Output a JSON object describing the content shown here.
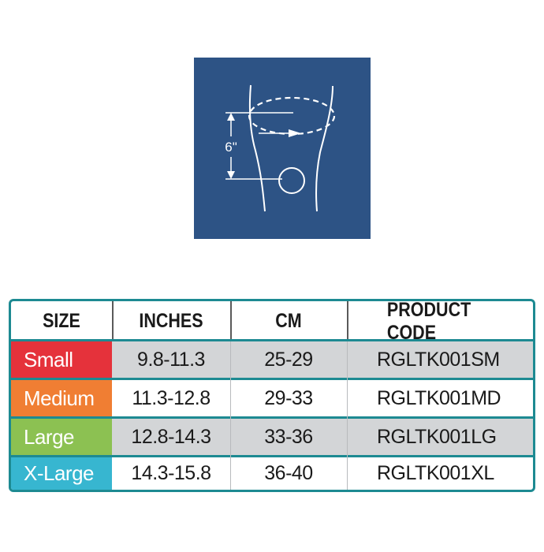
{
  "diagram": {
    "measure_label": "6\""
  },
  "colors": {
    "diagram_bg": "#2d5385",
    "table_border": "#1d8a92",
    "small": "#e5323b",
    "medium": "#f07e33",
    "large": "#8cc152",
    "xlarge": "#37b6d0",
    "shaded_row": "#d3d5d7"
  },
  "table": {
    "headers": {
      "size": "SIZE",
      "inches": "INCHES",
      "cm": "CM",
      "code": "PRODUCT CODE"
    },
    "rows": [
      {
        "size": "Small",
        "inches": "9.8-11.3",
        "cm": "25-29",
        "code": "RGLTK001SM",
        "color": "#e5323b"
      },
      {
        "size": "Medium",
        "inches": "11.3-12.8",
        "cm": "29-33",
        "code": "RGLTK001MD",
        "color": "#f07e33"
      },
      {
        "size": "Large",
        "inches": "12.8-14.3",
        "cm": "33-36",
        "code": "RGLTK001LG",
        "color": "#8cc152"
      },
      {
        "size": "X-Large",
        "inches": "14.3-15.8",
        "cm": "36-40",
        "code": "RGLTK001XL",
        "color": "#37b6d0"
      }
    ]
  }
}
